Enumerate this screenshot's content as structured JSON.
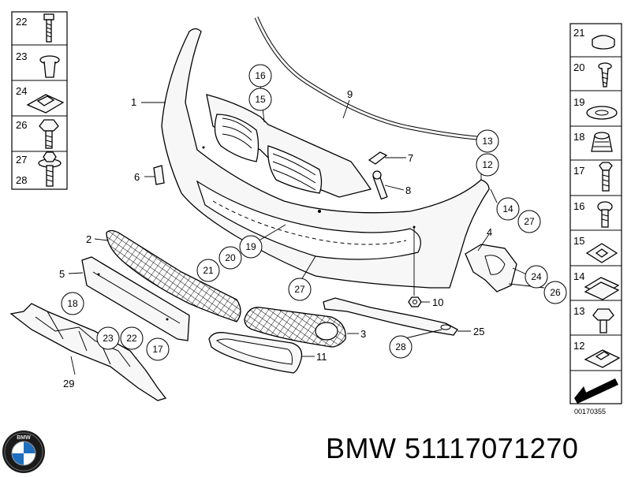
{
  "left_column": [
    {
      "num": "22",
      "icon": "bolt"
    },
    {
      "num": "23",
      "icon": "expansion-rivet"
    },
    {
      "num": "24",
      "icon": "clip-nut"
    },
    {
      "num": "26",
      "icon": "hex-bolt-washer"
    },
    {
      "num": "27",
      "icon": "flange-screw"
    },
    {
      "num": "28",
      "icon": "flange-screw"
    }
  ],
  "right_column": [
    {
      "num": "21",
      "icon": "cap"
    },
    {
      "num": "20",
      "icon": "screw"
    },
    {
      "num": "19",
      "icon": "grommet"
    },
    {
      "num": "18",
      "icon": "rubber-buffer"
    },
    {
      "num": "17",
      "icon": "hex-screw"
    },
    {
      "num": "16",
      "icon": "torx-screw"
    },
    {
      "num": "15",
      "icon": "square-nut"
    },
    {
      "num": "14",
      "icon": "clip"
    },
    {
      "num": "13",
      "icon": "hex-bolt"
    },
    {
      "num": "12",
      "icon": "clip-nut"
    },
    {
      "num": "",
      "icon": "arrow"
    }
  ],
  "callouts": {
    "c16": "16",
    "c15": "15",
    "c19": "19",
    "c20": "20",
    "c21": "21",
    "c27a": "27",
    "c13": "13",
    "c12": "12",
    "c14": "14",
    "c27b": "27",
    "c24": "24",
    "c26": "26",
    "c18": "18",
    "c23": "23",
    "c22": "22",
    "c17": "17",
    "c28": "28"
  },
  "plain_labels": {
    "p1": "1",
    "p9": "9",
    "p7": "7",
    "p8": "8",
    "p6": "6",
    "p2": "2",
    "p5": "5",
    "p4": "4",
    "p10": "10",
    "p3": "3",
    "p25": "25",
    "p11": "11",
    "p29": "29"
  },
  "diagram_code": "00170355",
  "caption": "BMW 51117071270",
  "logo_text": "BMW"
}
